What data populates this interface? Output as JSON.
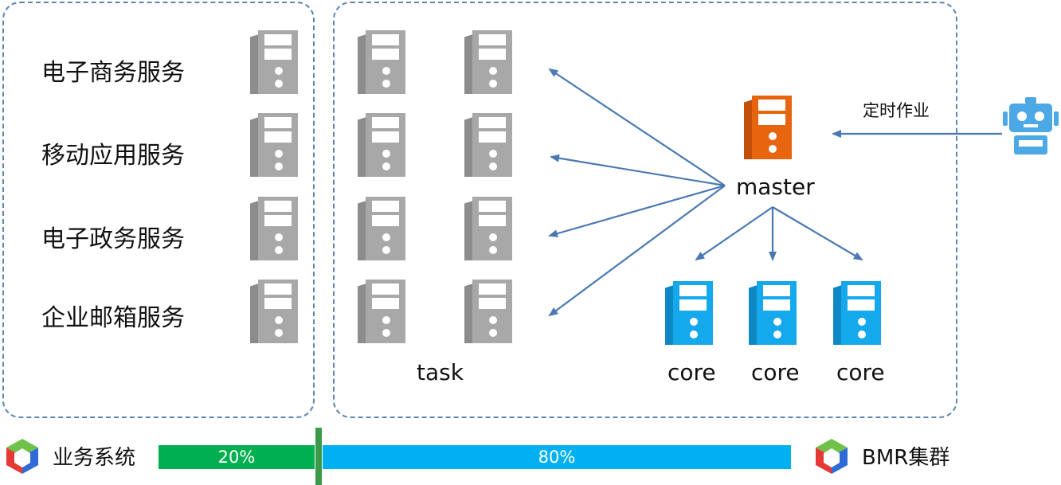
{
  "services": [
    "电子商务服务",
    "移动应用服务",
    "电子政务服务",
    "企业邮箱服务"
  ],
  "cluster": {
    "task_label": "task",
    "master_label": "master",
    "core_labels": [
      "core",
      "core",
      "core"
    ],
    "scheduler_label": "定时作业"
  },
  "legend": {
    "left_label": "业务系统",
    "right_label": "BMR集群",
    "business_share": "20%",
    "cluster_share": "80%",
    "business_color": "#00b050",
    "cluster_color": "#00b0f0",
    "divider_color": "#3a9a4a"
  },
  "colors": {
    "idle_server": "#a8a8a8",
    "master_server": "#e8650f",
    "core_server": "#14a9ec",
    "arrow": "#4a78b3",
    "robot": "#4da8e6",
    "border": "#5a85b5"
  },
  "icons": {
    "server": "server-tower-icon",
    "scheduler": "robot-icon",
    "brand": "cube-logo-icon"
  }
}
